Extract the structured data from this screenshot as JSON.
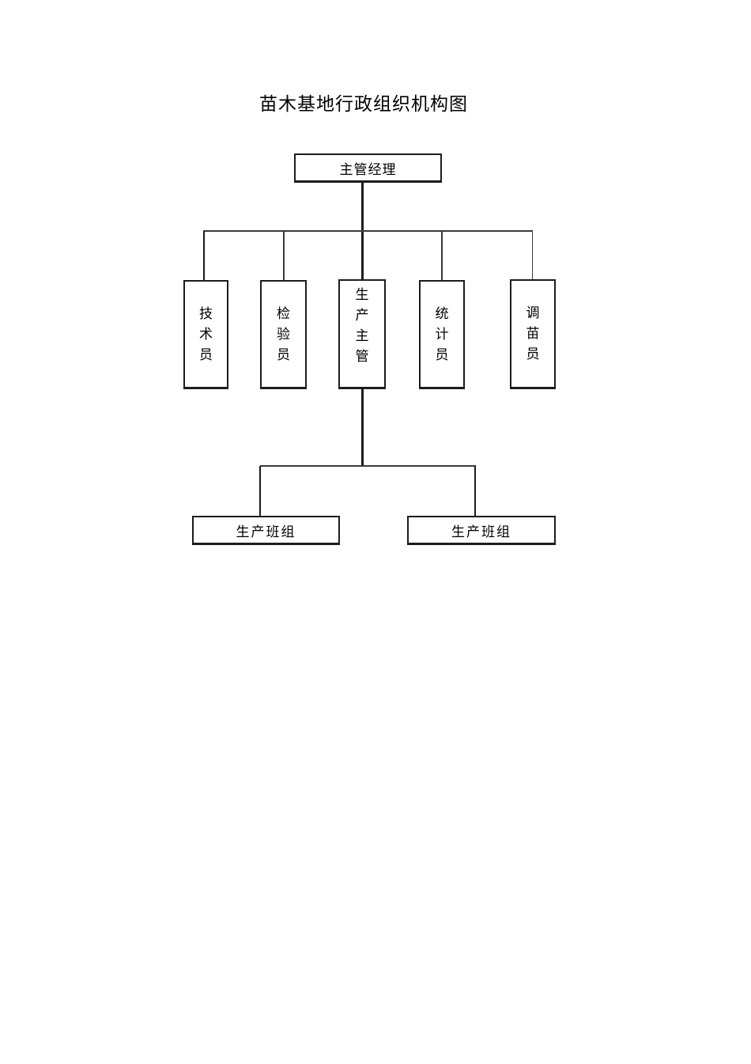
{
  "page": {
    "title": "苗木基地行政组织机构图"
  },
  "org_chart": {
    "root": {
      "label": "主管经理"
    },
    "middle": [
      {
        "label": "技术员"
      },
      {
        "label": "检验员"
      },
      {
        "label": "生产主管"
      },
      {
        "label": "统计员"
      },
      {
        "label": "调苗员"
      }
    ],
    "bottom": [
      {
        "label": "生产班组"
      },
      {
        "label": "生产班组"
      }
    ],
    "colors": {
      "background": "#ffffff",
      "text": "#000000",
      "line": "#1c1c1c",
      "box_border": "#1c1c1c"
    }
  }
}
